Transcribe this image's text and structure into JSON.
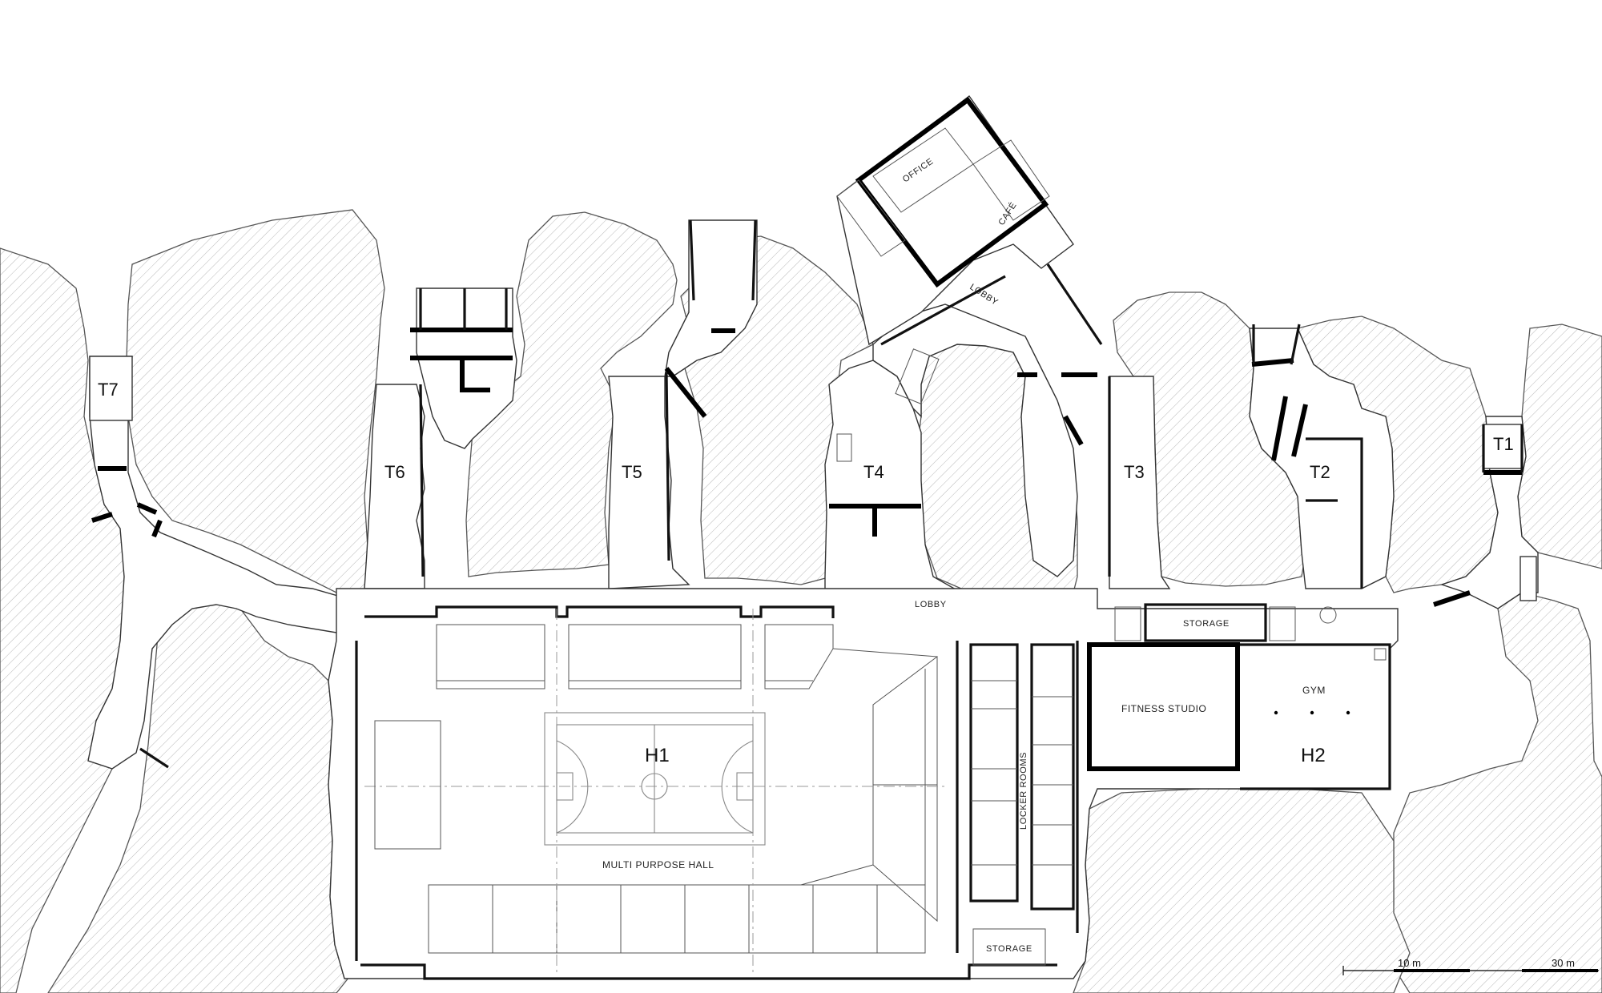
{
  "labels": {
    "tunnels": {
      "t1": "T1",
      "t2": "T2",
      "t3": "T3",
      "t4": "T4",
      "t5": "T5",
      "t6": "T6",
      "t7": "T7"
    },
    "halls": {
      "h1": "H1",
      "h2": "H2"
    },
    "rooms": {
      "office": "OFFICE",
      "cafe": "CAFÉ",
      "lobby_north": "LOBBY",
      "lobby_main": "LOBBY",
      "storage_east": "STORAGE",
      "storage_south": "STORAGE",
      "fitness_studio": "FITNESS STUDIO",
      "gym": "GYM",
      "locker_rooms": "LOCKER ROOMS",
      "multi_purpose_hall": "MULTI PURPOSE HALL"
    }
  },
  "scale_bar": {
    "label_10": "10 m",
    "label_30": "30 m"
  }
}
